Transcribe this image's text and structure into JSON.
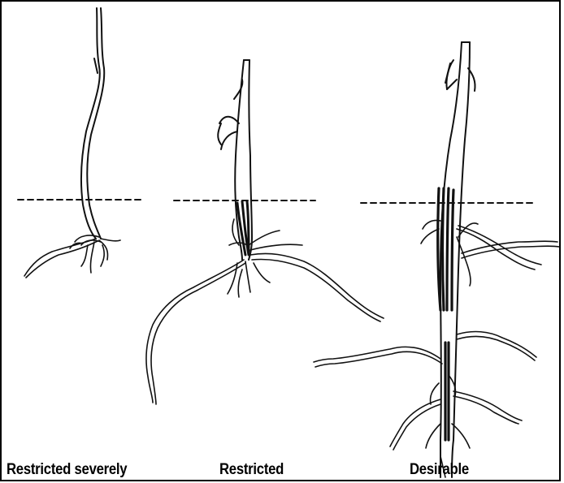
{
  "labels": {
    "seedling_1": "Restricted severely",
    "seedling_2": "Restricted",
    "seedling_3": "Desirable"
  },
  "colors": {
    "ink": "#111111",
    "background": "#ffffff"
  }
}
